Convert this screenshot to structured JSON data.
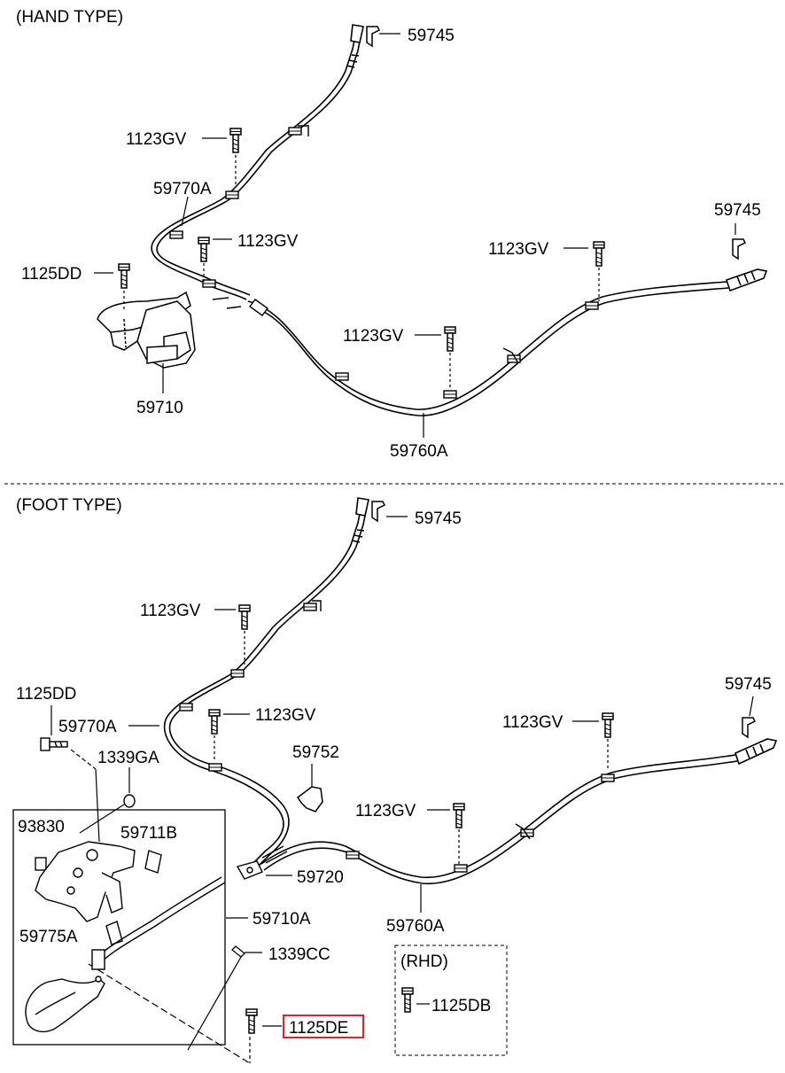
{
  "sections": {
    "hand": "(HAND TYPE)",
    "foot": "(FOOT TYPE)",
    "rhd": "(RHD)"
  },
  "hand_labels": {
    "p59745_top": "59745",
    "p1123gv_a": "1123GV",
    "p59770a": "59770A",
    "p1123gv_b": "1123GV",
    "p1125dd": "1125DD",
    "p59710": "59710",
    "p59745_right": "59745",
    "p1123gv_c": "1123GV",
    "p1123gv_d": "1123GV",
    "p59760a": "59760A"
  },
  "foot_labels": {
    "p59745_top": "59745",
    "p1123gv_a": "1123GV",
    "p1125dd": "1125DD",
    "p59770a": "59770A",
    "p1123gv_b": "1123GV",
    "p1339ga": "1339GA",
    "p59752": "59752",
    "p59745_right": "59745",
    "p1123gv_c": "1123GV",
    "p1123gv_d": "1123GV",
    "p93830": "93830",
    "p59711b": "59711B",
    "p59720": "59720",
    "p59710a": "59710A",
    "p59760a": "59760A",
    "p59775a": "59775A",
    "p1339cc": "1339CC",
    "p1125de": "1125DE",
    "p1125db": "1125DB"
  },
  "highlight_color": "#e0202a",
  "line_color": "#000000"
}
